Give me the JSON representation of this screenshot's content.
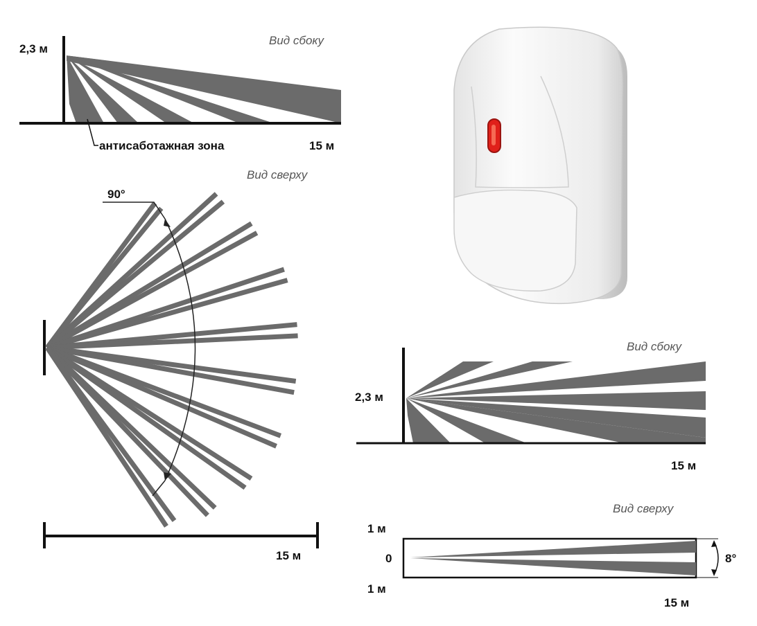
{
  "panel_side_wide": {
    "title": "Вид сбоку",
    "height_label": "2,3 м",
    "distance_label": "15 м",
    "anti_sabotage_label": "антисаботажная зона"
  },
  "panel_top_wide": {
    "title": "Вид сверху",
    "angle_label": "90°",
    "distance_label": "15 м"
  },
  "panel_side_narrow": {
    "title": "Вид сбоку",
    "height_label": "2,3 м",
    "distance_label": "15 м"
  },
  "panel_top_narrow": {
    "title": "Вид сверху",
    "width_top_label": "1 м",
    "center_label": "0",
    "width_bottom_label": "1 м",
    "angle_label": "8°",
    "distance_label": "15 м"
  },
  "colors": {
    "beam": "#6b6b6b",
    "line": "#111111",
    "sensor_body": "#f2f2f2",
    "led": "#e0201a"
  },
  "device": {
    "icon": "motion-sensor-device"
  }
}
